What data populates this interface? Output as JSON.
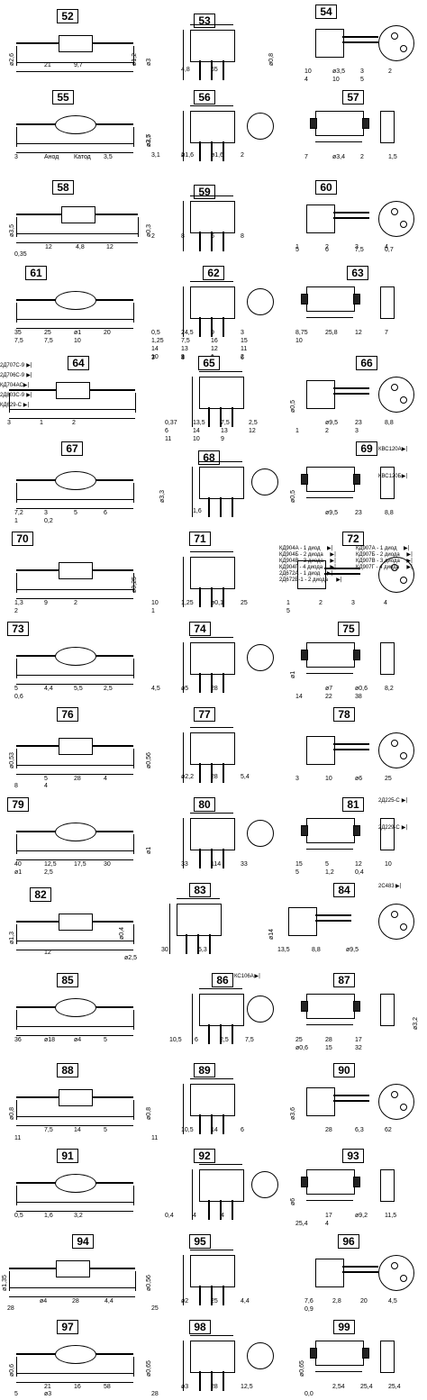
{
  "sheet": {
    "drawings": [
      {
        "id": "52",
        "dims": [
          "ø2,6",
          "21",
          "9,7",
          "ø1,2"
        ]
      },
      {
        "id": "53",
        "dims": [
          "ø3",
          "4,8",
          "65",
          "ø0,8"
        ]
      },
      {
        "id": "54",
        "dims": [
          "10",
          "ø3,5",
          "3",
          "2",
          "4",
          "10",
          "5"
        ]
      },
      {
        "id": "55",
        "dims": [
          "3",
          "Анод",
          "Катод",
          "3,5"
        ]
      },
      {
        "id": "56",
        "dims": [
          "ø3,7",
          "ø1,6",
          "ø1,6",
          "2",
          "3,1",
          "2",
          "ø2,5"
        ]
      },
      {
        "id": "57",
        "dims": [
          "7",
          "ø3,4",
          "2",
          "1,5"
        ]
      },
      {
        "id": "58",
        "dims": [
          "ø3,5",
          "12",
          "4,8",
          "12",
          "0,35"
        ]
      },
      {
        "id": "59",
        "dims": [
          "ø0,3",
          "8",
          "5",
          "8",
          "2"
        ]
      },
      {
        "id": "60",
        "dims": [
          "1",
          "2",
          "3",
          "4",
          "5",
          "6",
          "7,5",
          "0,7"
        ]
      },
      {
        "id": "61",
        "dims": [
          "35",
          "25",
          "ø1",
          "20",
          "7,5",
          "7,5",
          "10"
        ]
      },
      {
        "id": "62",
        "dims": [
          "0,5",
          "24,5",
          "9",
          "3",
          "1,25",
          "7,5",
          "16",
          "15",
          "14",
          "13",
          "12",
          "11",
          "10",
          "9",
          "1",
          "2",
          "3",
          "4",
          "5",
          "6",
          "7",
          "8"
        ]
      },
      {
        "id": "63",
        "dims": [
          "8,75",
          "25,8",
          "12",
          "7",
          "10"
        ]
      },
      {
        "id": "64",
        "labels": [
          "2Д707С-9",
          "2Д706С-9",
          "КД704АС",
          "2Д803С-9",
          "КД629-С"
        ],
        "dims": [
          "3",
          "1",
          "2"
        ]
      },
      {
        "id": "65",
        "dims": [
          "0,37",
          "13,5",
          "7,5",
          "2,5",
          "6",
          "14",
          "13",
          "12",
          "11",
          "10",
          "9"
        ]
      },
      {
        "id": "66",
        "dims": [
          "ø0,5",
          "ø9,5",
          "23",
          "8,8",
          "1",
          "2",
          "3"
        ]
      },
      {
        "id": "67",
        "dims": [
          "7,2",
          "3",
          "5",
          "6",
          "1",
          "0,2"
        ]
      },
      {
        "id": "68",
        "dims": [
          "ø3,3",
          "1,6"
        ]
      },
      {
        "id": "69",
        "labels": [
          "КВС120А",
          "КВС120Б"
        ],
        "dims": [
          "ø0,5",
          "ø9,5",
          "23",
          "8,8"
        ]
      },
      {
        "id": "70",
        "dims": [
          "1,3",
          "9",
          "2",
          "ø0,25",
          "2"
        ]
      },
      {
        "id": "71",
        "dims": [
          "10",
          "1,25",
          "ø0,1",
          "25",
          "1"
        ]
      },
      {
        "id": "72",
        "labels": [
          "КД904А - 1 диод",
          "КД904Б - 2 диода",
          "КД904В - 3 диода",
          "КД904Г - 4 диода",
          "2Д672А - 1 диод",
          "2Д672Б-1 - 2 диода",
          "КД907А - 1 диод",
          "КД907Б - 2 диода",
          "КД907В - 3 диода",
          "КД907Г - 4 диода"
        ],
        "dims": [
          "1",
          "2",
          "3",
          "4",
          "5"
        ]
      },
      {
        "id": "73",
        "dims": [
          "5",
          "4,4",
          "5,5",
          "2,5",
          "0,6"
        ]
      },
      {
        "id": "74",
        "dims": [
          "4,5",
          "ø5",
          "28"
        ]
      },
      {
        "id": "75",
        "dims": [
          "ø1",
          "ø7",
          "ø0,6",
          "8,2",
          "14",
          "22",
          "38"
        ]
      },
      {
        "id": "76",
        "dims": [
          "ø0,53",
          "5",
          "28",
          "4",
          "8",
          "4"
        ]
      },
      {
        "id": "77",
        "dims": [
          "ø0,56",
          "ø2,2",
          "28",
          "5,4"
        ]
      },
      {
        "id": "78",
        "dims": [
          "3",
          "10",
          "ø6",
          "25"
        ]
      },
      {
        "id": "79",
        "dims": [
          "40",
          "12,5",
          "17,5",
          "30",
          "ø1",
          "2,5"
        ]
      },
      {
        "id": "80",
        "dims": [
          "ø1",
          "33",
          "114",
          "33"
        ]
      },
      {
        "id": "81",
        "dims": [
          "15",
          "5",
          "12",
          "10",
          "5",
          "1,2",
          "0,4"
        ],
        "labels": [
          "2Д225-С",
          "2Д229-С"
        ]
      },
      {
        "id": "82",
        "dims": [
          "ø1,3",
          "12"
        ]
      },
      {
        "id": "83",
        "dims": [
          "ø0,4",
          "30",
          "5,3",
          "ø14",
          "ø2,5"
        ]
      },
      {
        "id": "84",
        "labels": [
          "2С483"
        ],
        "dims": [
          "13,5",
          "8,8",
          "ø9,5"
        ]
      },
      {
        "id": "85",
        "dims": [
          "36",
          "ø18",
          "ø4",
          "5"
        ]
      },
      {
        "id": "86",
        "labels": [
          "КС106А"
        ],
        "dims": [
          "10,5",
          "6",
          "2,5",
          "7,5"
        ]
      },
      {
        "id": "87",
        "dims": [
          "25",
          "28",
          "17",
          "ø3,2",
          "ø0,6",
          "15",
          "32"
        ]
      },
      {
        "id": "88",
        "dims": [
          "ø0,8",
          "7,5",
          "14",
          "5",
          "11"
        ]
      },
      {
        "id": "89",
        "dims": [
          "ø0,8",
          "10,5",
          "14",
          "6",
          "11"
        ]
      },
      {
        "id": "90",
        "dims": [
          "ø3,6",
          "28",
          "6,3",
          "62"
        ]
      },
      {
        "id": "91",
        "dims": [
          "0,5",
          "1,6",
          "3,2"
        ]
      },
      {
        "id": "92",
        "dims": [
          "0,4",
          "4",
          "4"
        ]
      },
      {
        "id": "93",
        "dims": [
          "ø6",
          "17",
          "ø9,2",
          "11,5",
          "25,4",
          "4"
        ]
      },
      {
        "id": "94",
        "dims": [
          "ø1,35",
          "ø4",
          "28",
          "4,4",
          "28"
        ]
      },
      {
        "id": "95",
        "dims": [
          "ø0,56",
          "ø2",
          "25",
          "4,4",
          "25"
        ]
      },
      {
        "id": "96",
        "dims": [
          "7,6",
          "2,8",
          "20",
          "4,5",
          "0,9"
        ]
      },
      {
        "id": "97",
        "dims": [
          "ø0,6",
          "21",
          "16",
          "58",
          "5",
          "ø3"
        ]
      },
      {
        "id": "98",
        "dims": [
          "ø0,65",
          "ø3",
          "28",
          "12,5",
          "28"
        ]
      },
      {
        "id": "99",
        "dims": [
          "ø0,65",
          "2,54",
          "25,4",
          "25,4",
          "0,0"
        ]
      }
    ]
  }
}
